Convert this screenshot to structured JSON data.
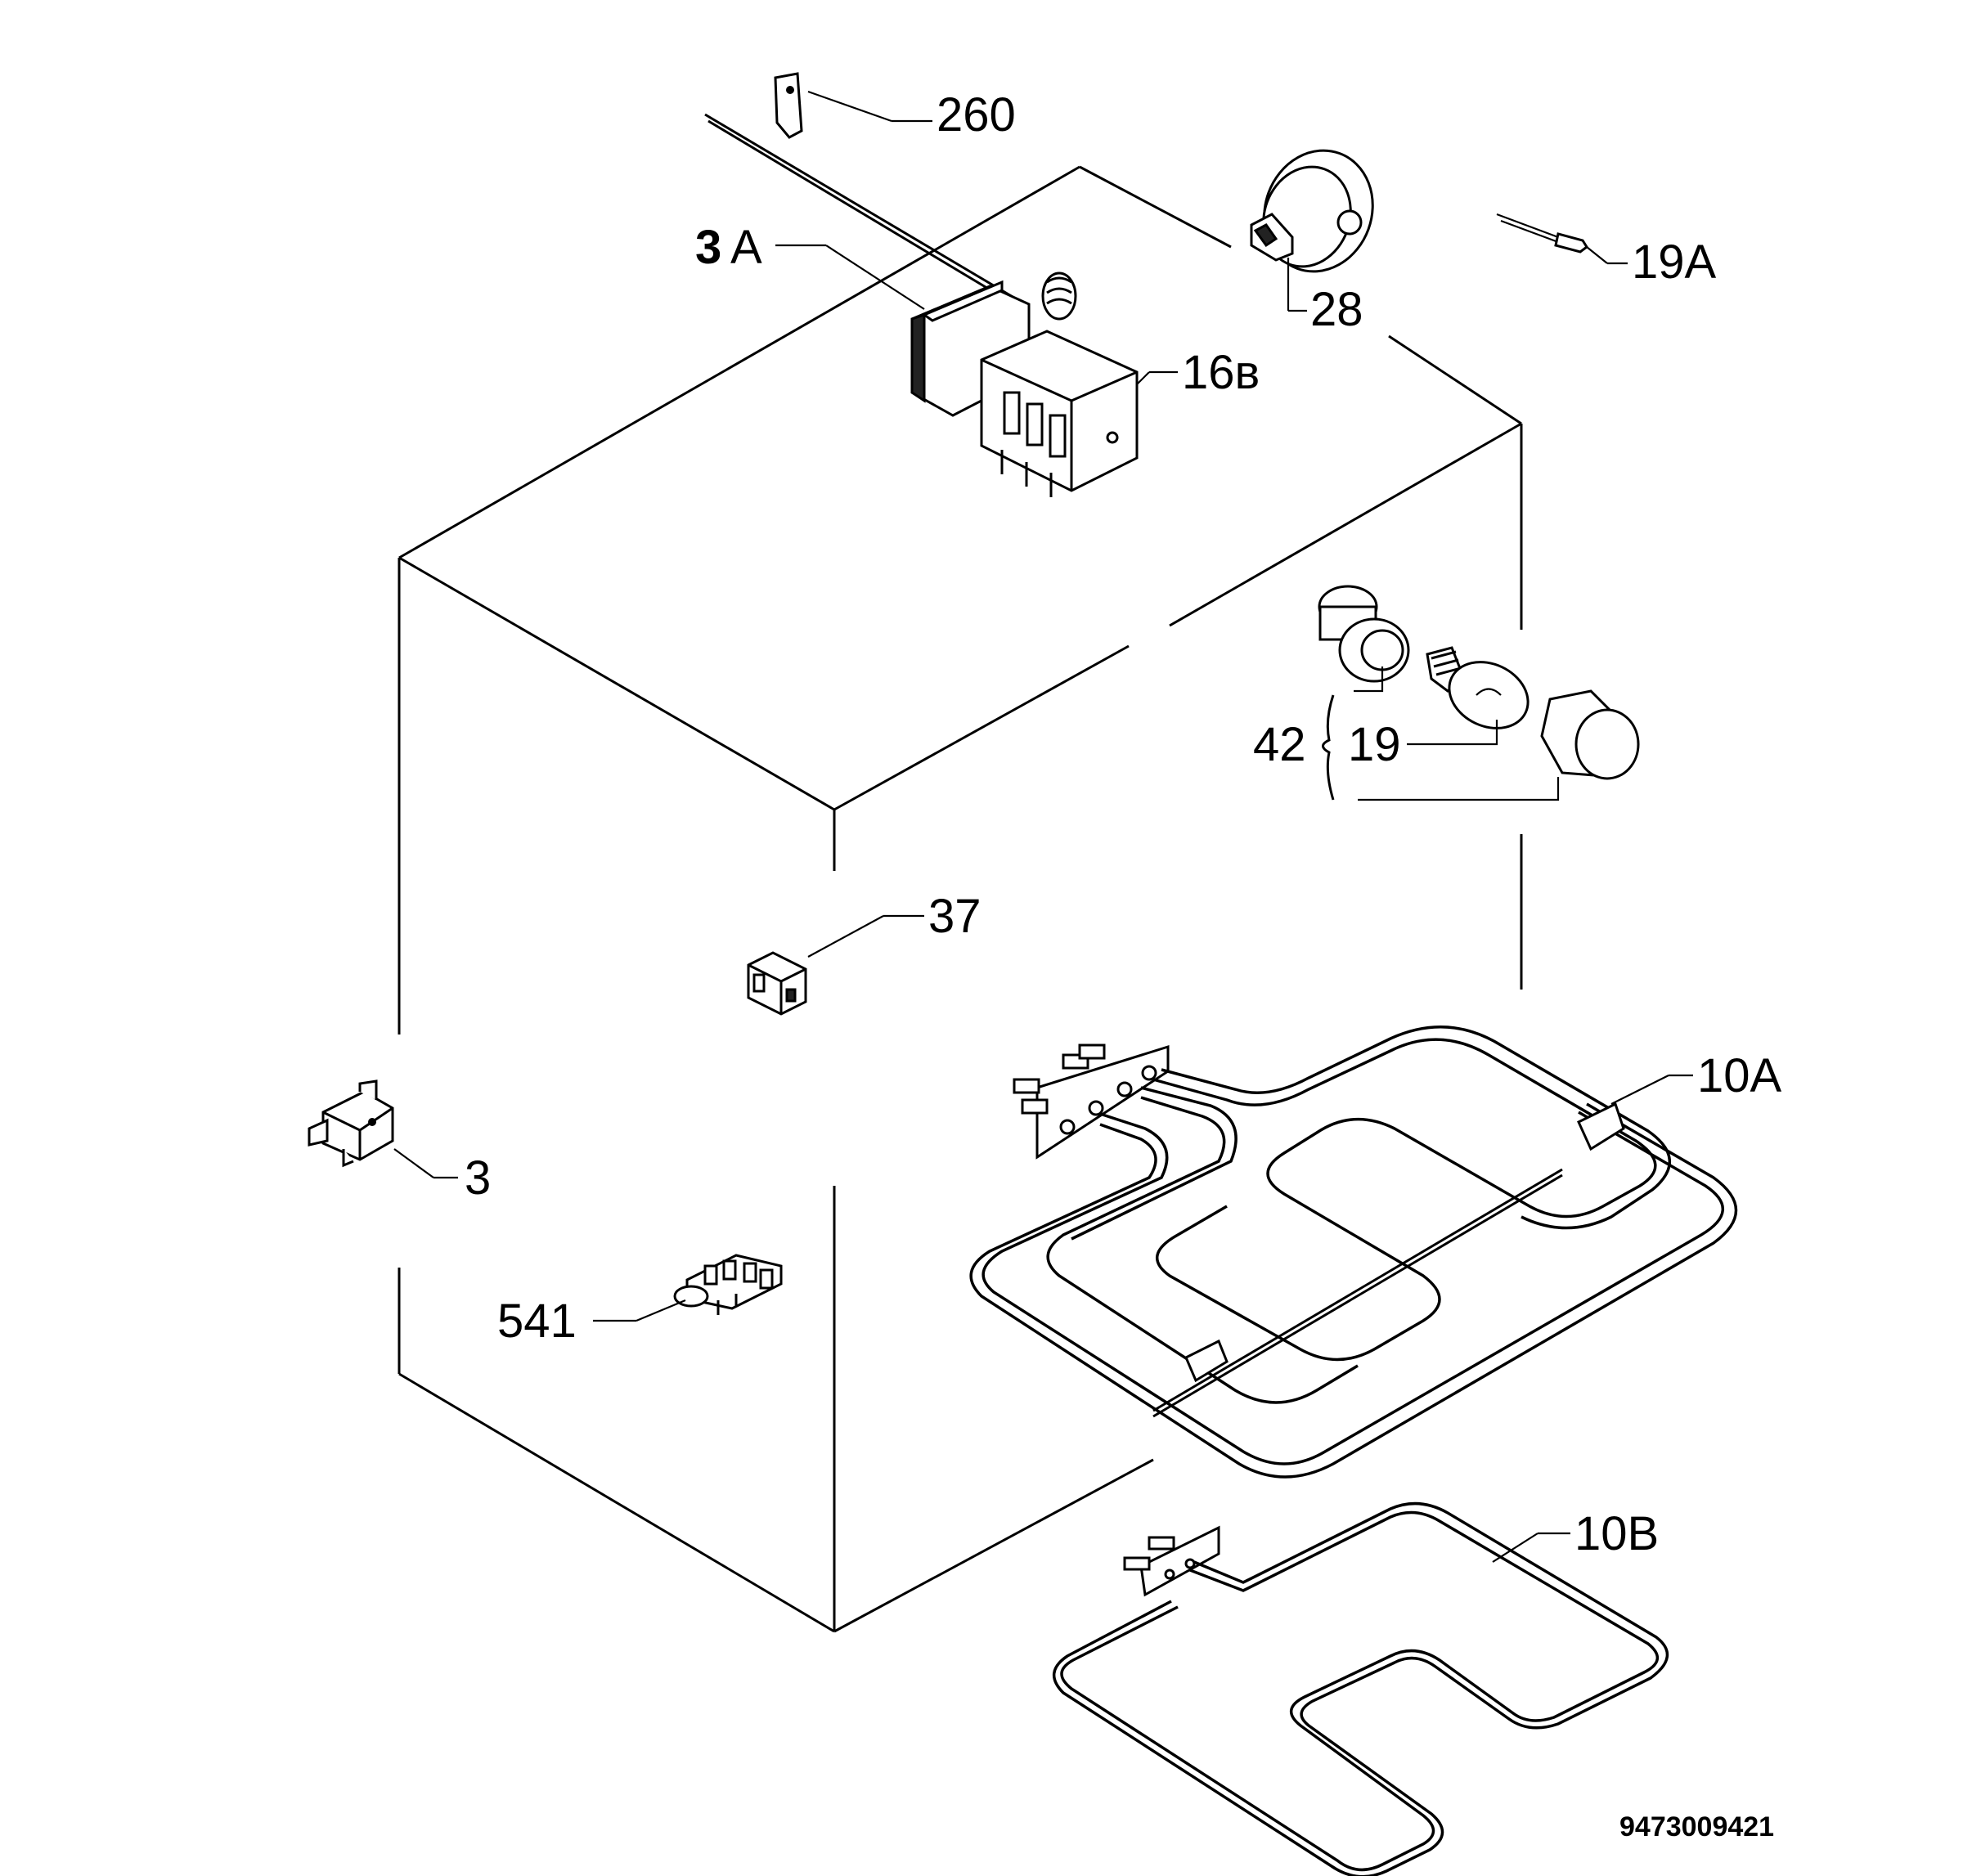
{
  "parts": {
    "p260": "260",
    "p3A_num": "3",
    "p3A_letter": "A",
    "p28": "28",
    "p19A": "19A",
    "p16B": "16в",
    "p42": "42",
    "p19": "19",
    "p37": "37",
    "p10A": "10A",
    "p3": "3",
    "p541": "541",
    "p10B": "10B"
  },
  "drawing_number": "9473009421"
}
